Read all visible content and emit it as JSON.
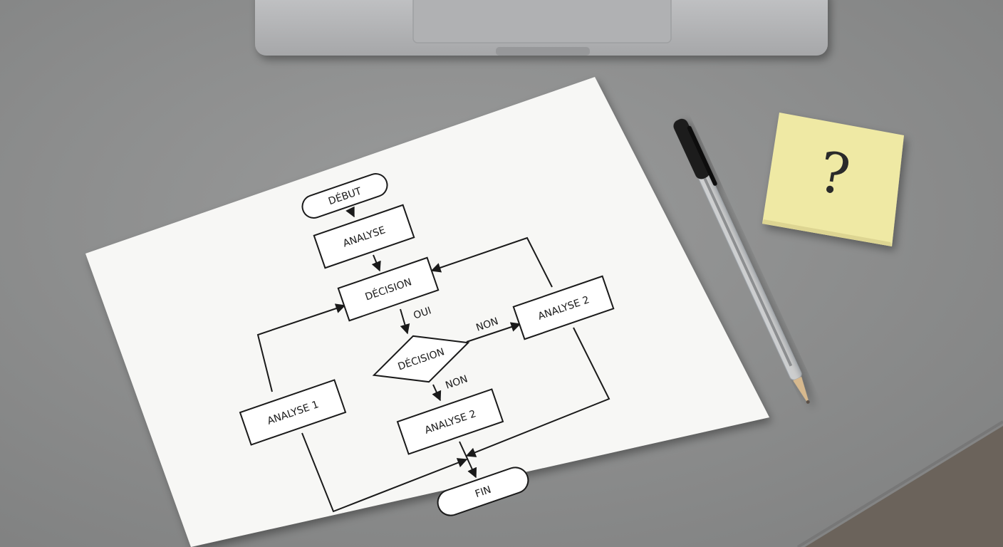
{
  "diagram": {
    "nodes": {
      "start": "DÉBUT",
      "analyse": "ANALYSE",
      "decision_1": "DÉCISION",
      "decision_2": "DÉCISION",
      "analyse_1": "ANALYSE 1",
      "analyse_2_right": "ANALYSE 2",
      "analyse_2_bottom": "ANALYSE 2",
      "end": "FIN"
    },
    "edges": {
      "oui": "OUI",
      "non_right": "NON",
      "non_down": "NON"
    }
  },
  "sticky_note": {
    "mark": "?"
  },
  "colors": {
    "desk": "#8e8f8f",
    "paper": "#f7f7f5",
    "ink": "#1a1a1a",
    "sticky_note": "#efe9a4",
    "laptop": "#b5b6b8"
  },
  "objects": [
    "laptop",
    "paper-sheet",
    "ballpoint-pen",
    "sticky-note"
  ]
}
